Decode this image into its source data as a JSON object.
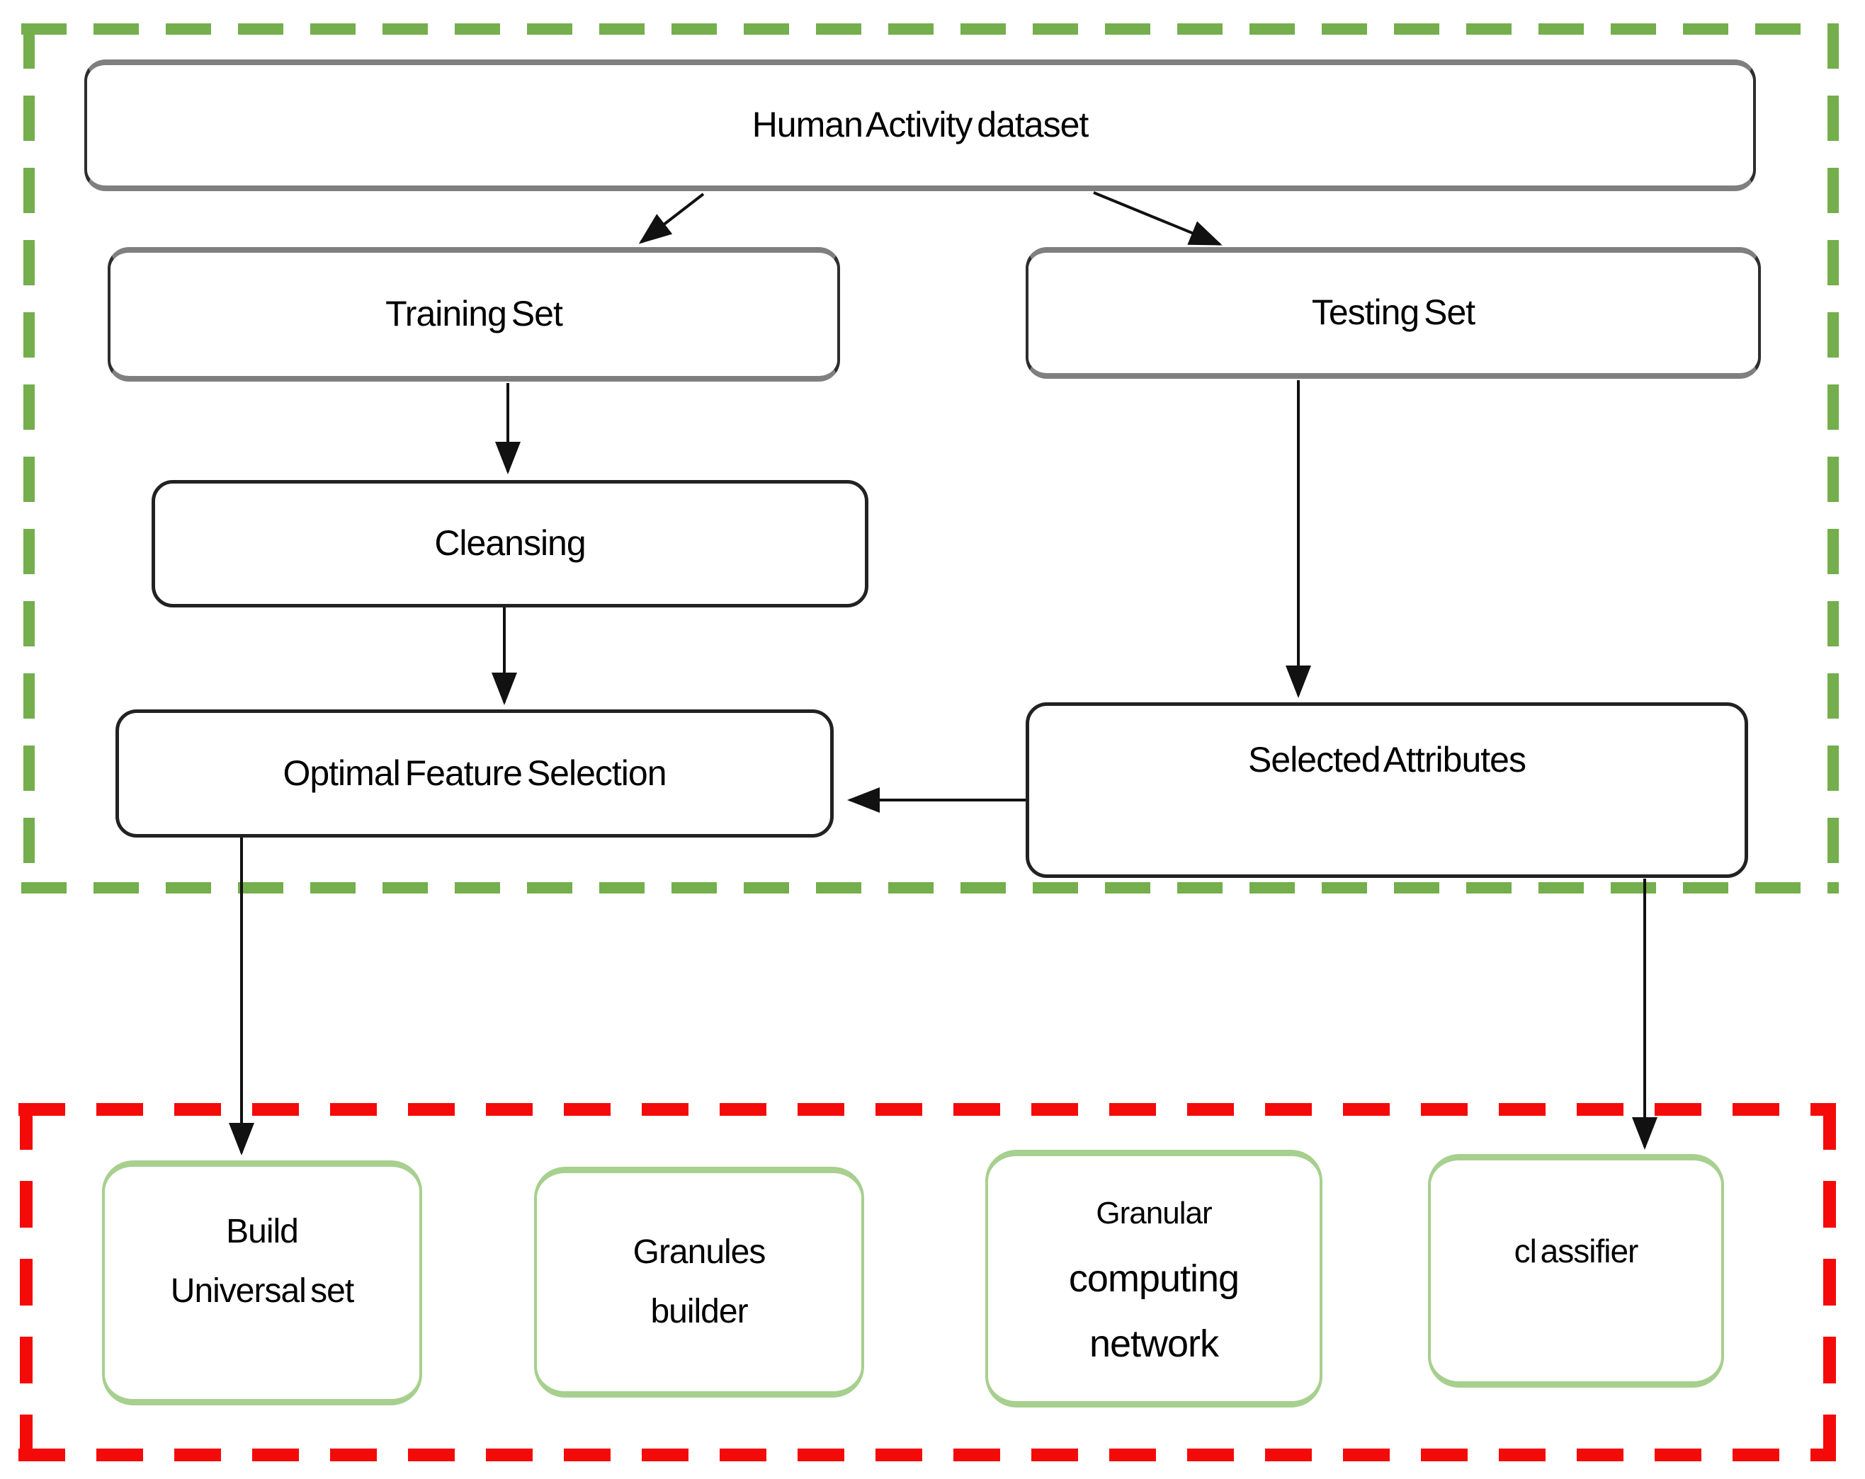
{
  "colors": {
    "upper_region_dashed_border": "#74ae4d",
    "lower_region_dashed_border": "#f50a0a",
    "node_border_gray": "#7f7f7f",
    "node_border_dark": "#222222",
    "leaf_node_border_green": "#a7cf8e",
    "node_fill": "#ffffff",
    "arrow": "#111111",
    "text": "#000000"
  },
  "nodes": {
    "human_activity_dataset": {
      "label": "Human Activity dataset"
    },
    "training_set": {
      "label": "Training Set"
    },
    "testing_set": {
      "label": "Testing Set"
    },
    "cleansing": {
      "label": "Cleansing"
    },
    "optimal_feature_selection": {
      "label": "Optimal Feature Selection"
    },
    "selected_attributes": {
      "label": "Selected Attributes"
    },
    "build_universal_set": {
      "lines": [
        "Build",
        "Universal set"
      ]
    },
    "granules_builder": {
      "lines": [
        "Granules",
        "builder"
      ]
    },
    "granular_computing_network": {
      "lines": [
        "Granular",
        "computing",
        "network"
      ]
    },
    "classifier": {
      "label": "cl assifier"
    }
  },
  "edges": [
    {
      "from": "human_activity_dataset",
      "to": "training_set"
    },
    {
      "from": "human_activity_dataset",
      "to": "testing_set"
    },
    {
      "from": "training_set",
      "to": "cleansing"
    },
    {
      "from": "testing_set",
      "to": "selected_attributes"
    },
    {
      "from": "cleansing",
      "to": "optimal_feature_selection"
    },
    {
      "from": "selected_attributes",
      "to": "optimal_feature_selection"
    },
    {
      "from": "optimal_feature_selection",
      "to": "build_universal_set"
    },
    {
      "from": "selected_attributes",
      "to": "classifier"
    }
  ]
}
